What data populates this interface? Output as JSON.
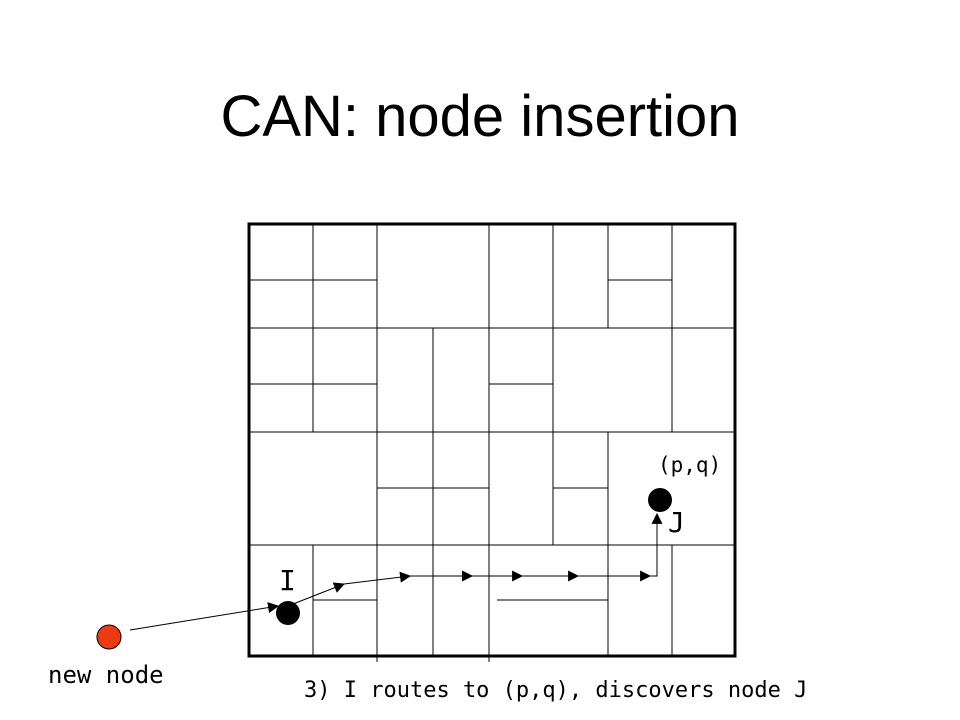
{
  "title": "CAN: node insertion",
  "labels": {
    "coord": "(p,q)",
    "node_i": "I",
    "node_j": "J",
    "new_node": "new node",
    "caption": "3) I routes to (p,q), discovers node J"
  },
  "colors": {
    "new_node": "#ee3a12",
    "line": "#000000"
  }
}
